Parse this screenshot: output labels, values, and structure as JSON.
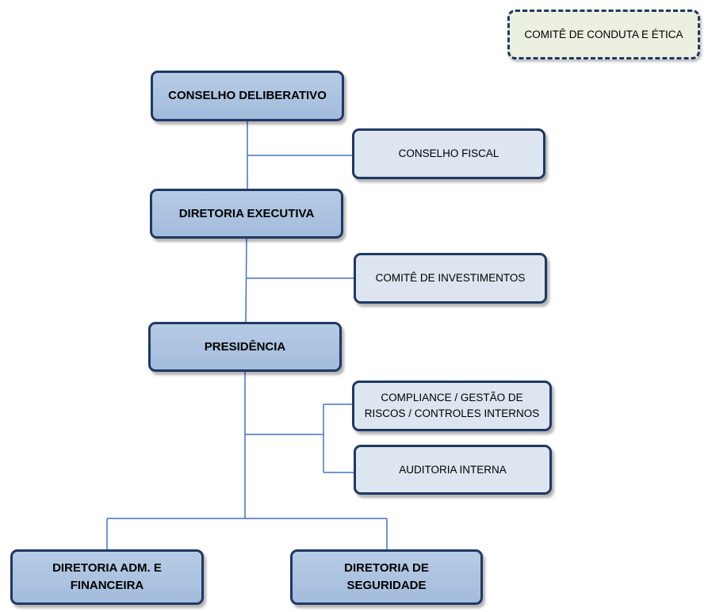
{
  "org_chart": {
    "ethics_committee": "COMITÊ DE CONDUTA E ÉTICA",
    "deliberative_council": "CONSELHO DELIBERATIVO",
    "fiscal_council": "CONSELHO FISCAL",
    "executive_board": "DIRETORIA EXECUTIVA",
    "investment_committee": "COMITÊ DE INVESTIMENTOS",
    "presidency": "PRESIDÊNCIA",
    "compliance": "COMPLIANCE / GESTÃO DE\nRISCOS / CONTROLES INTERNOS",
    "internal_audit": "AUDITORIA INTERNA",
    "admin_finance_board": "DIRETORIA ADM. E\nFINANCEIRA",
    "social_security_board": "DIRETORIA DE\nSEGURIDADE"
  },
  "colors": {
    "border": "#1f3864",
    "primary_fill": "#a9c1df",
    "secondary_fill": "#dce5f0",
    "ethics_fill": "#ebf0e0",
    "connector": "#4472c4"
  }
}
